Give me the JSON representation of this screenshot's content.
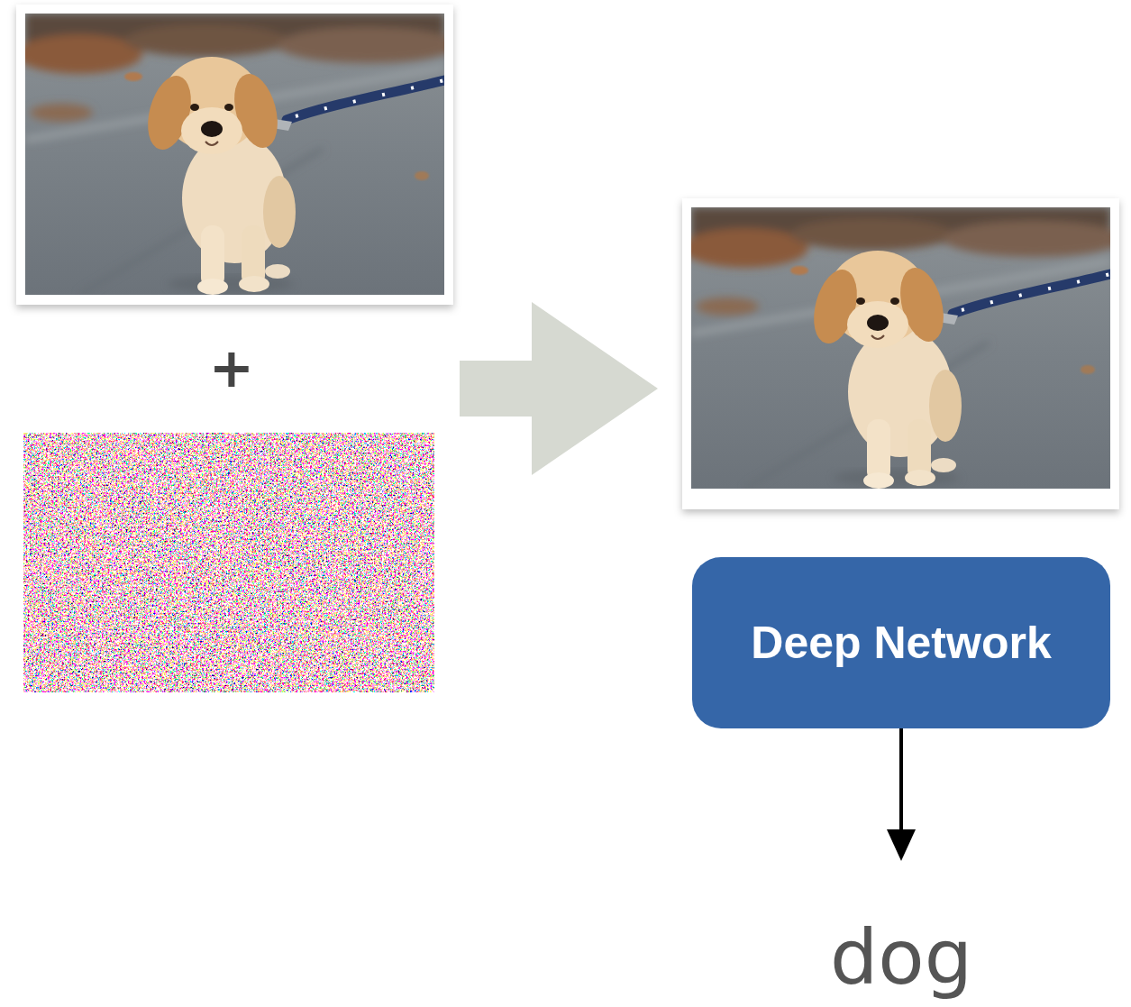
{
  "diagram": {
    "nodes": [
      {
        "text": [
          "Deep Network"
        ]
      }
    ],
    "labels": [
      "+",
      "dog"
    ]
  }
}
